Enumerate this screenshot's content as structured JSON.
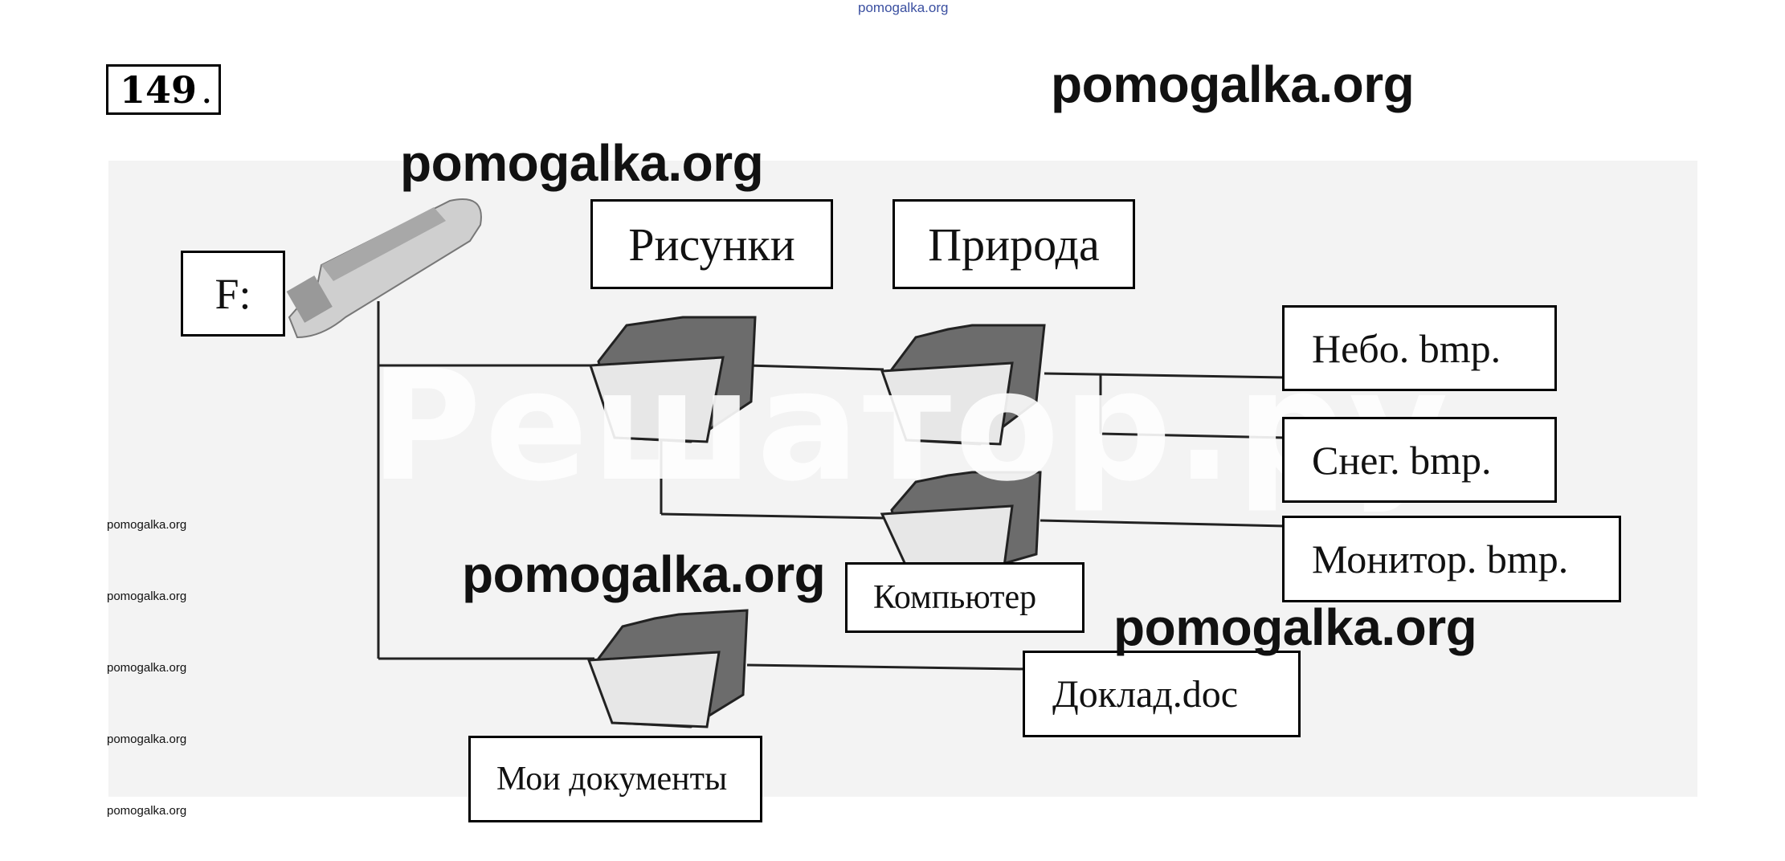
{
  "header": {
    "top_watermark": "pomogalka.org",
    "problem_number": "149",
    "problem_suffix": "."
  },
  "watermarks": {
    "large": [
      "pomogalka.org",
      "pomogalka.org",
      "pomogalka.org",
      "pomogalka.org"
    ],
    "small": [
      "pomogalka.org",
      "pomogalka.org",
      "pomogalka.org",
      "pomogalka.org",
      "pomogalka.org"
    ],
    "overlay": "Решатор.ру"
  },
  "diagram": {
    "drive": "F:",
    "folders": {
      "risunki": "Рисунки",
      "priroda": "Природа",
      "kompyuter": "Компьютер",
      "moi_dokumenty": "Мои документы"
    },
    "files": {
      "nebo": "Небо. bmp.",
      "sneg": "Снег. bmp.",
      "monitor": "Монитор. bmp.",
      "doklad": "Доклад.doc"
    }
  }
}
